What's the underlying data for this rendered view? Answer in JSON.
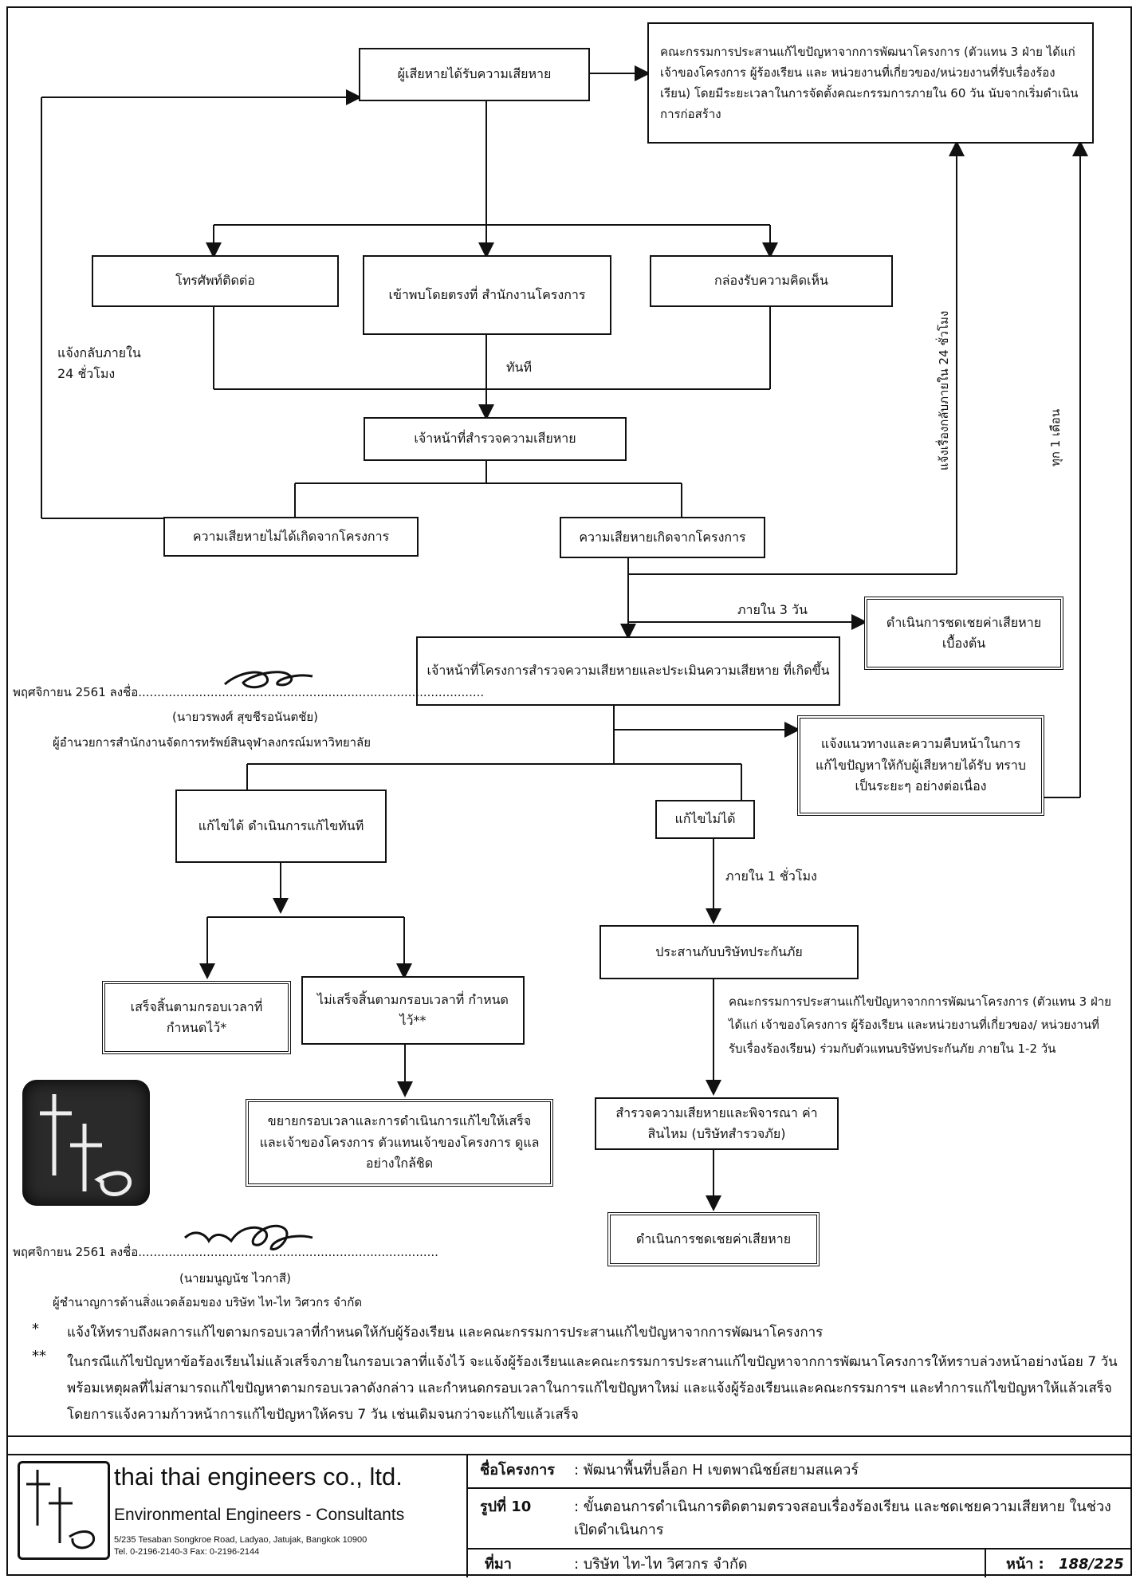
{
  "boxes": {
    "victim": "ผู้เสียหายได้รับความเสียหาย",
    "committee_top": "คณะกรรมการประสานแก้ไขปัญหาจากการพัฒนาโครงการ (ตัวแทน 3 ฝ่าย ได้แก่ เจ้าของโครงการ ผู้ร้องเรียน และ หน่วยงานที่เกี่ยวของ/หน่วยงานที่รับเรื่องร้องเรียน) โดยมีระยะเวลาในการจัดตั้งคณะกรรมการภายใน 60 วัน นับจากเริ่มดำเนินการก่อสร้าง",
    "phone": "โทรศัพท์ติดต่อ",
    "walkin": "เข้าพบโดยตรงที่ สำนักงานโครงการ",
    "comment_box": "กล่องรับความคิดเห็น",
    "surveyor": "เจ้าหน้าที่สำรวจความเสียหาย",
    "not_from_project": "ความเสียหายไม่ได้เกิดจากโครงการ",
    "from_project": "ความเสียหายเกิดจากโครงการ",
    "initial_comp": "ดำเนินการชดเชยค่าเสียหาย เบื้องต้น",
    "assess": "เจ้าหน้าที่โครงการสำรวจความเสียหายและประเมินความเสียหาย ที่เกิดขึ้น",
    "progress": "แจ้งแนวทางและความคืบหน้าในการ แก้ไขปัญหาให้กับผู้เสียหายได้รับ ทราบเป็นระยะๆ อย่างต่อเนื่อง",
    "fixable": "แก้ไขได้ ดำเนินการแก้ไขทันที",
    "not_fixable": "แก้ไขไม่ได้",
    "done_in_time": "เสร็จสิ้นตามกรอบเวลาที่ กำหนดไว้*",
    "not_done_in_time": "ไม่เสร็จสิ้นตามกรอบเวลาที่ กำหนดไว้**",
    "extend": "ขยายกรอบเวลาและการดำเนินการแก้ไขให้เสร็จ และเจ้าของโครงการ ตัวแทนเจ้าของโครงการ ดูแลอย่างใกล้ชิด",
    "insurance": "ประสานกับบริษัทประกันภัย",
    "survey_insurer": "สำรวจความเสียหายและพิจารณา ค่าสินไหม (บริษัทสำรวจภัย)",
    "final_comp": "ดำเนินการชดเชยค่าเสียหาย"
  },
  "labels": {
    "notify_24h": "แจ้งกลับภายใน 24 ชั่วโมง",
    "immediately": "ทันที",
    "within_3_days": "ภายใน 3 วัน",
    "within_1_hour": "ภายใน 1 ชั่วโมง",
    "committee_mid": "คณะกรรมการประสานแก้ไขปัญหาจากการพัฒนาโครงการ (ตัวแทน 3 ฝ่าย ได้แก่ เจ้าของโครงการ ผู้ร้องเรียน และหน่วยงานที่เกี่ยวของ/ หน่วยงานที่รับเรื่องร้องเรียน) ร่วมกับตัวแทนบริษัทประกันภัย ภายใน 1-2 วัน",
    "vertical_24h": "แจ้งเรื่องกลับภายใน 24 ชั่วโมง",
    "vertical_month": "ทุก 1 เดือน"
  },
  "signatures": {
    "sig1_line": "พฤศจิกายน 2561 ลงชื่อ...........................................................................................",
    "sig1_name": "(นายวรพงศ์ สุขชีรอนันตชัย)",
    "sig1_title": "ผู้อำนวยการสำนักงานจัดการทรัพย์สินจุฬาลงกรณ์มหาวิทยาลัย",
    "sig2_line": "พฤศจิกายน 2561 ลงชื่อ...............................................................................",
    "sig2_name": "(นายมนูญนัช ไวกาสี)",
    "sig2_title": "ผู้ชำนาญการด้านสิ่งแวดล้อมของ บริษัท ไท-ไท วิศวกร จำกัด"
  },
  "notes": {
    "bullet1": "*",
    "note1": "แจ้งให้ทราบถึงผลการแก้ไขตามกรอบเวลาที่กำหนดให้กับผู้ร้องเรียน และคณะกรรมการประสานแก้ไขปัญหาจากการพัฒนาโครงการ",
    "bullet2": "**",
    "note2": "ในกรณีแก้ไขปัญหาข้อร้องเรียนไม่แล้วเสร็จภายในกรอบเวลาที่แจ้งไว้ จะแจ้งผู้ร้องเรียนและคณะกรรมการประสานแก้ไขปัญหาจากการพัฒนาโครงการให้ทราบล่วงหน้าอย่างน้อย 7 วัน พร้อมเหตุผลที่ไม่สามารถแก้ไขปัญหาตามกรอบเวลาดังกล่าว และกำหนดกรอบเวลาในการแก้ไขปัญหาใหม่ และแจ้งผู้ร้องเรียนและคณะกรรมการฯ และทำการแก้ไขปัญหาให้แล้วเสร็จ โดยการแจ้งความก้าวหน้าการแก้ไขปัญหาให้ครบ 7 วัน เช่นเดิมจนกว่าจะแก้ไขแล้วเสร็จ"
  },
  "footer": {
    "company": "thai thai engineers co., ltd.",
    "subtitle": "Environmental Engineers - Consultants",
    "address": "5/235 Tesaban Songkroe Road, Ladyao, Jatujak, Bangkok 10900",
    "tel": "Tel. 0-2196-2140-3 Fax: 0-2196-2144",
    "project_label": "ชื่อโครงการ",
    "project_value": ": พัฒนาพื้นที่บล็อก H เขตพาณิชย์สยามสแควร์",
    "figure_label": "รูปที่ 10",
    "figure_value": ": ขั้นตอนการดำเนินการติดตามตรวจสอบเรื่องร้องเรียน และชดเชยความเสียหาย ในช่วงเปิดดำเนินการ",
    "source_label": "ที่มา",
    "source_value": ": บริษัท ไท-ไท วิศวกร จำกัด",
    "page_label": "หน้า :",
    "page_value": "188/225"
  }
}
